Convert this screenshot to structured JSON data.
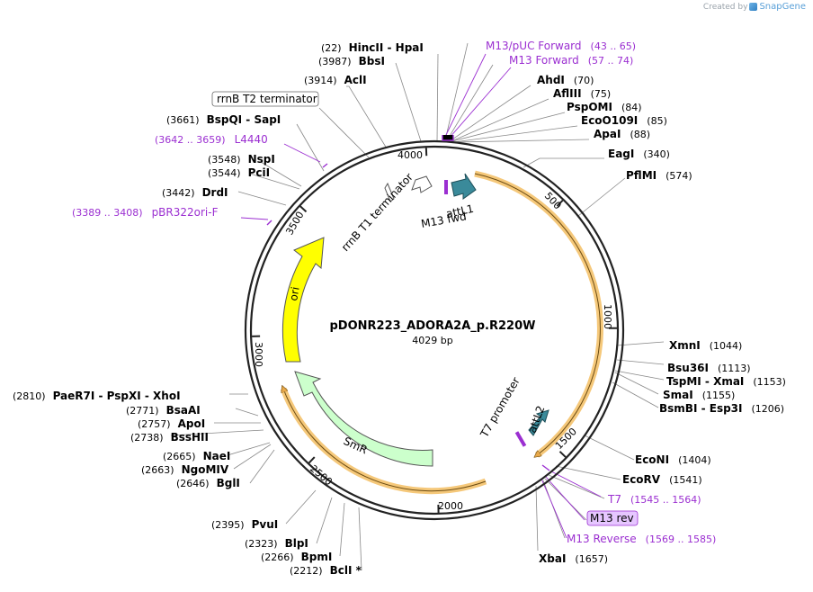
{
  "credit": {
    "prefix": "Created by",
    "brand": "SnapGene"
  },
  "plasmid": {
    "name": "pDONR223_ADORA2A_p.R220W",
    "length_label": "4029 bp",
    "length": 4029
  },
  "ticks": [
    {
      "value": 500,
      "label": "500"
    },
    {
      "value": 1000,
      "label": "1000"
    },
    {
      "value": 1500,
      "label": "1500"
    },
    {
      "value": 2000,
      "label": "2000"
    },
    {
      "value": 2500,
      "label": "2500"
    },
    {
      "value": 3000,
      "label": "3000"
    },
    {
      "value": 3500,
      "label": "3500"
    },
    {
      "value": 4000,
      "label": "4000"
    }
  ],
  "features": [
    {
      "name": "ori",
      "label": "ori"
    },
    {
      "name": "smr",
      "label": "SmR"
    },
    {
      "name": "attl1",
      "label": "attL1"
    },
    {
      "name": "attl2",
      "label": "attL2"
    },
    {
      "name": "m13fwd",
      "label": "M13 fwd"
    },
    {
      "name": "t7promoter",
      "label": "T7 promoter"
    },
    {
      "name": "rrnbt1",
      "label": "rrnB T1 terminator"
    },
    {
      "name": "rrnbt2",
      "label": "rrnB T2 terminator"
    }
  ],
  "enzymes_right": [
    {
      "pos": "(70)",
      "name": "AhdI"
    },
    {
      "pos": "(75)",
      "name": "AflIII"
    },
    {
      "pos": "(84)",
      "name": "PspOMI"
    },
    {
      "pos": "(85)",
      "name": "EcoO109I"
    },
    {
      "pos": "(88)",
      "name": "ApaI"
    },
    {
      "pos": "(340)",
      "name": "EagI"
    },
    {
      "pos": "(574)",
      "name": "PflMI"
    },
    {
      "pos": "(1044)",
      "name": "XmnI"
    },
    {
      "pos": "(1113)",
      "name": "Bsu36I"
    },
    {
      "pos": "(1153)",
      "name": "TspMI - XmaI"
    },
    {
      "pos": "(1155)",
      "name": "SmaI"
    },
    {
      "pos": "(1206)",
      "name": "BsmBI - Esp3I"
    },
    {
      "pos": "(1404)",
      "name": "EcoNI"
    },
    {
      "pos": "(1541)",
      "name": "EcoRV"
    },
    {
      "pos": "(1657)",
      "name": "XbaI"
    }
  ],
  "enzymes_left": [
    {
      "pos": "(22)",
      "name": "HincII - HpaI"
    },
    {
      "pos": "(3987)",
      "name": "BbsI"
    },
    {
      "pos": "(3914)",
      "name": "AclI"
    },
    {
      "pos": "(3661)",
      "name": "BspQI - SapI"
    },
    {
      "pos": "(3548)",
      "name": "NspI"
    },
    {
      "pos": "(3544)",
      "name": "PciI"
    },
    {
      "pos": "(3442)",
      "name": "DrdI"
    },
    {
      "pos": "(2810)",
      "name": "PaeR7I - PspXI - XhoI"
    },
    {
      "pos": "(2771)",
      "name": "BsaAI"
    },
    {
      "pos": "(2757)",
      "name": "ApoI"
    },
    {
      "pos": "(2738)",
      "name": "BssHII"
    },
    {
      "pos": "(2665)",
      "name": "NaeI"
    },
    {
      "pos": "(2663)",
      "name": "NgoMIV"
    },
    {
      "pos": "(2646)",
      "name": "BglI"
    },
    {
      "pos": "(2395)",
      "name": "PvuI"
    },
    {
      "pos": "(2323)",
      "name": "BlpI"
    },
    {
      "pos": "(2266)",
      "name": "BpmI"
    },
    {
      "pos": "(2212)",
      "name": "BclI *"
    }
  ],
  "primers": [
    {
      "name": "M13/pUC Forward",
      "range": "(43 .. 65)"
    },
    {
      "name": "M13 Forward",
      "range": "(57 .. 74)"
    },
    {
      "name": "T7",
      "range": "(1545 .. 1564)"
    },
    {
      "name": "M13 rev",
      "range": ""
    },
    {
      "name": "M13 Reverse",
      "range": "(1569 .. 1585)"
    },
    {
      "name": "L4440",
      "range": "(3642 .. 3659)"
    },
    {
      "name": "pBR322ori-F",
      "range": "(3389 .. 3408)"
    }
  ],
  "colors": {
    "backbone": "#222222",
    "ori": "#ffff00",
    "smr": "#ccffcc",
    "att": "#3a8a9a",
    "primer": "#9b2fd1",
    "orf_highlight": "#f5c87a",
    "label_highlight": "#e6c6ff"
  }
}
